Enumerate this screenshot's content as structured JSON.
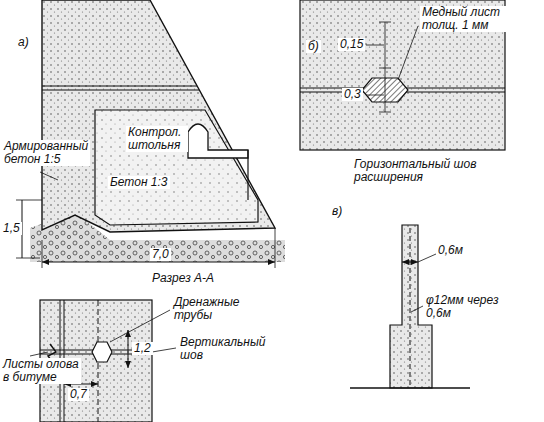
{
  "diagram": {
    "labels": [
      "а)",
      "Контрол. штольня",
      "Бетон 1:3",
      "Армированный бетон 1:5",
      "1,5",
      "7,0",
      "Разрез А-А",
      "Дренажные трубы",
      "Вертикальный шов",
      "Листы олова в битуме",
      "1,2",
      "0,7",
      "б)",
      "Медный лист толщ. 1 мм",
      "0,15",
      "0,3",
      "Горизонтальный шов расширения",
      "в)",
      "0,6м",
      "φ12мм через 0,6м"
    ]
  }
}
